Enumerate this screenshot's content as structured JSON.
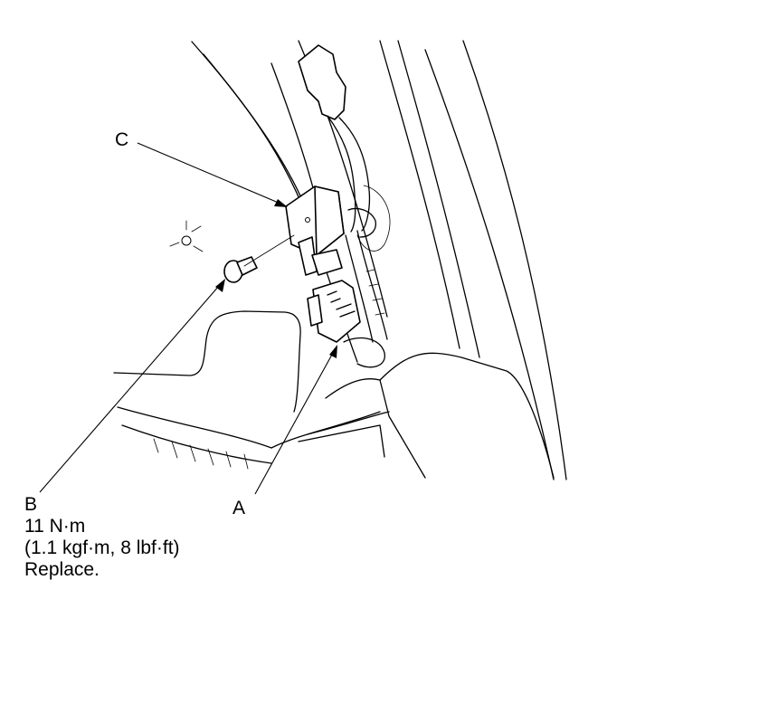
{
  "callouts": {
    "c": {
      "letter": "C"
    },
    "a": {
      "letter": "A"
    },
    "b": {
      "letter": "B",
      "torque_nm": "11 N·m",
      "torque_alt": "(1.1 kgf·m, 8 lbf·ft)",
      "note": "Replace."
    }
  },
  "colors": {
    "line": "#000000",
    "background": "#ffffff"
  }
}
